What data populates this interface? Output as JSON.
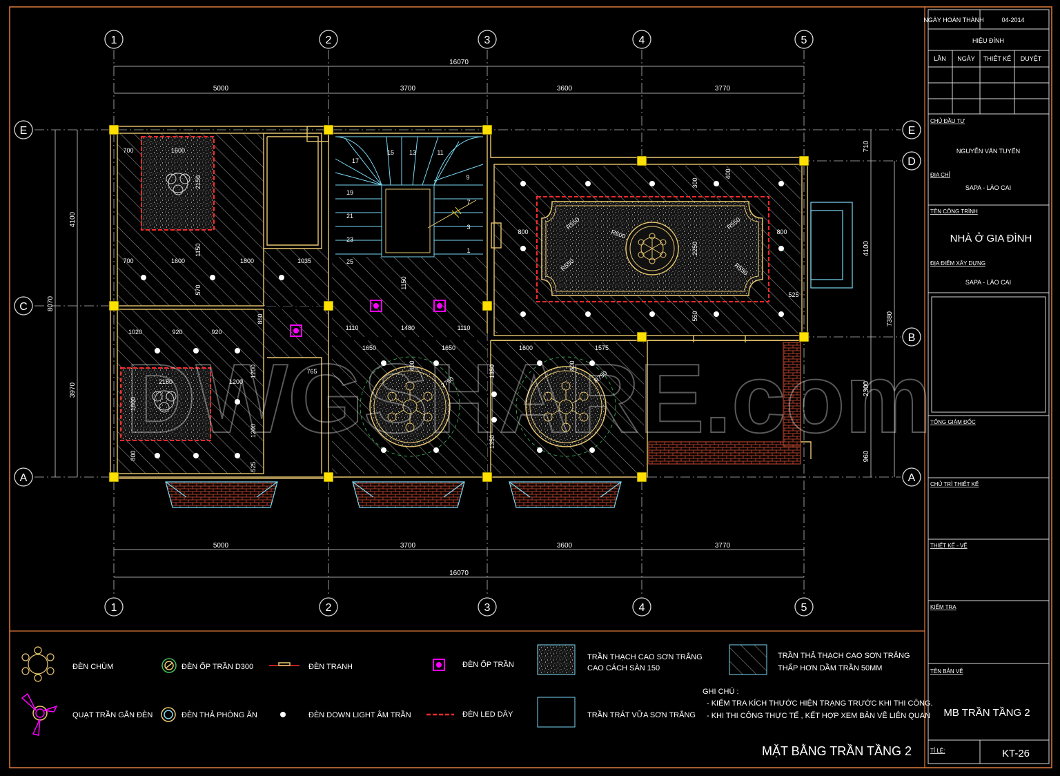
{
  "colors": {
    "frame": "#e07a3c",
    "grid": "#d9d9d9",
    "wall": "#e9c770",
    "hatch": "#9a9a9a",
    "red": "#ff2a2a",
    "cyan": "#7ad9f5",
    "magenta": "#ff00ff",
    "brick": "#b0402a",
    "yellow": "#ffe000"
  },
  "axes": {
    "vertical": [
      "1",
      "2",
      "3",
      "4",
      "5"
    ],
    "horizontal": [
      "E",
      "D",
      "C",
      "B",
      "A"
    ]
  },
  "dims": {
    "total": "16070",
    "spans": [
      "5000",
      "3700",
      "3600",
      "3770"
    ],
    "left_total": "8070",
    "left_parts": [
      "4100",
      "3970"
    ],
    "right_parts": [
      "710",
      "4100",
      "7380",
      "2300",
      "960"
    ]
  },
  "interior_labels": {
    "top_left": [
      "700",
      "1600",
      "2150",
      "700",
      "1600",
      "1150",
      "1800",
      "1035",
      "570"
    ],
    "bottom_left": [
      "1020",
      "920",
      "920",
      "860",
      "2150",
      "1800",
      "1200",
      "1200",
      "1200",
      "800",
      "525",
      "765"
    ],
    "middle": [
      "1110",
      "1480",
      "1110",
      "1150",
      "1650",
      "1650",
      "400",
      "2750"
    ],
    "right_room": [
      "300",
      "400",
      "800",
      "R550",
      "R600",
      "R550",
      "2250",
      "R550",
      "R550",
      "800",
      "525",
      "550"
    ],
    "bottom_mid": [
      "1600",
      "1575",
      "400",
      "R750",
      "1350",
      "1350"
    ]
  },
  "stair_numbers": [
    "17",
    "15",
    "13",
    "11",
    "9",
    "19",
    "21",
    "23",
    "25",
    "7",
    "3",
    "1"
  ],
  "title_block": {
    "date_label": "NGÀY HOÀN THÀNH",
    "date_value": "04-2014",
    "revision": "HIỆU ĐÍNH",
    "rev_cols": [
      "LẦN",
      "NGÀY",
      "THIẾT KẾ",
      "DUYỆT"
    ],
    "owner_label": "CHỦ ĐẦU TƯ",
    "owner_name": "NGUYỄN VĂN TUYẾN",
    "address_label": "ĐỊA CHỈ",
    "address_value": "SAPA - LÀO CAI",
    "project_label": "TÊN CÔNG TRÌNH",
    "project_name": "NHÀ Ở GIA ĐÌNH",
    "site_label": "ĐỊA ĐIỂM XÂY DỰNG",
    "site_value": "SAPA - LÀO CAI",
    "director": "TỔNG GIÁM ĐỐC",
    "chief_design": "CHỦ TRÌ THIẾT KẾ",
    "draw": "THIẾT KẾ - VẼ",
    "check": "KIỂM TRA",
    "drawing_name_label": "TÊN BẢN VẼ",
    "drawing_name": "MB TRẦN TẦNG 2",
    "scale_label": "TỈ LỆ:",
    "sheet_no": "KT-26"
  },
  "legend": {
    "chandelier": "ĐÈN CHÙM",
    "ceiling_d300": "ĐÈN ỐP TRẦN D300",
    "picture_light": "ĐÈN TRANH",
    "ceiling_light": "ĐÈN ỐP TRẦN",
    "fan": "QUẠT TRẦN GẮN ĐÈN",
    "pendant": "ĐÈN THẢ PHÒNG ĂN",
    "downlight": "ĐÈN DOWN LIGHT ÂM TRẦN",
    "led": "ĐÈN LED DÂY",
    "gypsum_1": "TRẦN THẠCH CAO SƠN TRẮNG",
    "gypsum_2": "CAO CÁCH SÀN 150",
    "drop_1": "TRẦN THẢ THẠCH CAO SƠN TRẮNG",
    "drop_2": "THẤP HƠN DẦM TRẦN 50MM",
    "plaster": "TRẦN TRÁT VỮA SƠN TRẮNG",
    "notes_title": "GHI CHÚ :",
    "note_1": "- KIỂM TRA KÍCH THƯỚC HIỆN TRẠNG TRƯỚC KHI THI CÔNG.",
    "note_2": "- KHI THI CÔNG THỰC TẾ , KẾT HỢP XEM BẢN VẼ LIÊN QUAN"
  },
  "sheet_title": "MẶT BẰNG TRẦN TẦNG 2",
  "watermark": "DWGSHARE.com"
}
